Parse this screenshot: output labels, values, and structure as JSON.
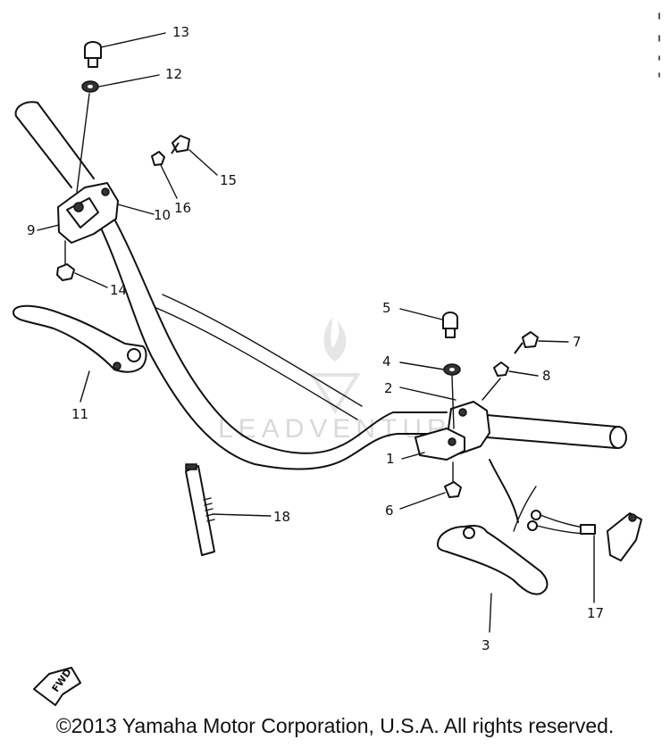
{
  "copyright": "©2013 Yamaha Motor Corporation, U.S.A. All rights reserved.",
  "fwd_label": "FWD",
  "watermark": "LEADVENTURE",
  "callouts": [
    {
      "id": "1",
      "label": "1"
    },
    {
      "id": "2",
      "label": "2"
    },
    {
      "id": "3",
      "label": "3"
    },
    {
      "id": "4",
      "label": "4"
    },
    {
      "id": "5",
      "label": "5"
    },
    {
      "id": "6",
      "label": "6"
    },
    {
      "id": "7",
      "label": "7"
    },
    {
      "id": "8",
      "label": "8"
    },
    {
      "id": "9",
      "label": "9"
    },
    {
      "id": "10",
      "label": "10"
    },
    {
      "id": "11",
      "label": "11"
    },
    {
      "id": "12",
      "label": "12"
    },
    {
      "id": "13",
      "label": "13"
    },
    {
      "id": "14",
      "label": "14"
    },
    {
      "id": "15",
      "label": "15"
    },
    {
      "id": "16",
      "label": "16"
    },
    {
      "id": "17",
      "label": "17"
    },
    {
      "id": "18",
      "label": "18"
    }
  ]
}
